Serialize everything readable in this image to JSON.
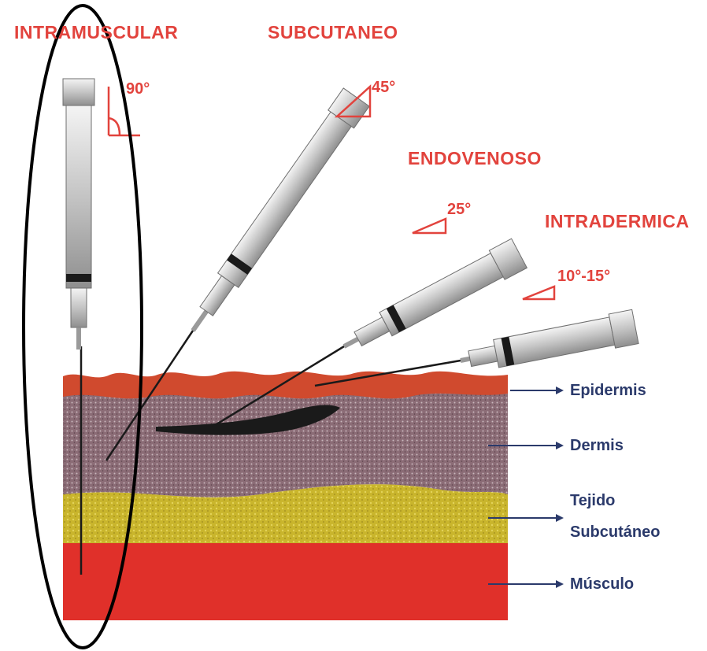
{
  "injections": [
    {
      "key": "intramuscular",
      "title": "INTRAMUSCULAR",
      "angle": "90°"
    },
    {
      "key": "subcutaneo",
      "title": "SUBCUTANEO",
      "angle": "45°"
    },
    {
      "key": "endovenoso",
      "title": "ENDOVENOSO",
      "angle": "25°"
    },
    {
      "key": "intradermica",
      "title": "INTRADERMICA",
      "angle": "10°-15°"
    }
  ],
  "layers": [
    {
      "key": "epidermis",
      "label": "Epidermis",
      "color": "#d7452f"
    },
    {
      "key": "dermis",
      "label": "Dermis",
      "color": "#8e6f78"
    },
    {
      "key": "subcutaneo",
      "label_line1": "Tejido",
      "label_line2": "Subcutáneo",
      "color": "#c8b52a"
    },
    {
      "key": "musculo",
      "label": "Músculo",
      "color": "#e0302a"
    }
  ],
  "colors": {
    "title_red": "#e2433d",
    "label_navy": "#2b3a6b",
    "syringe_gray": "#bfbfbf"
  }
}
